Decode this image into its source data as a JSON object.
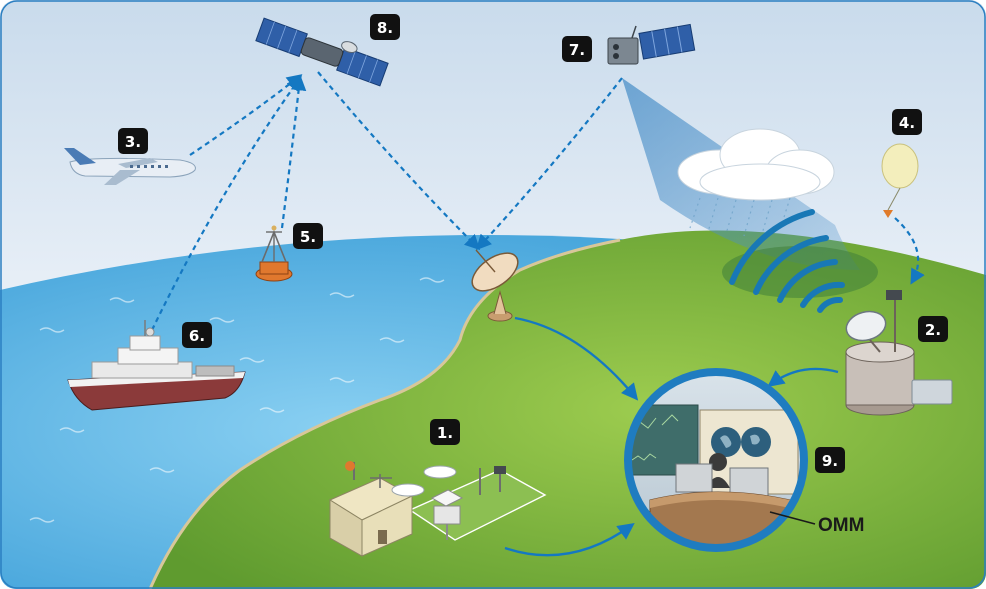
{
  "figure": {
    "frame_color": "#2b7fc1",
    "sky_color": "#e6eef6",
    "ocean_color": "#5db6e6",
    "land_color": "#76b23a",
    "link_color": "#1478c2",
    "badge_color": "#111111"
  },
  "nodes": [
    {
      "id": "station",
      "badge": "1.",
      "icon": "surface-weather-station-icon"
    },
    {
      "id": "radar",
      "badge": "2.",
      "icon": "weather-radar-icon"
    },
    {
      "id": "aircraft",
      "badge": "3.",
      "icon": "aircraft-icon"
    },
    {
      "id": "balloon",
      "badge": "4.",
      "icon": "weather-balloon-icon"
    },
    {
      "id": "buoy",
      "badge": "5.",
      "icon": "ocean-buoy-icon"
    },
    {
      "id": "ship",
      "badge": "6.",
      "icon": "ship-icon"
    },
    {
      "id": "polar_satellite",
      "badge": "7.",
      "icon": "polar-satellite-icon"
    },
    {
      "id": "geo_satellite",
      "badge": "8.",
      "icon": "geostationary-satellite-icon"
    },
    {
      "id": "operations_center",
      "badge": "9.",
      "icon": "forecast-center-icon",
      "label": "OMM"
    }
  ],
  "links": [
    {
      "from": "aircraft",
      "to": "geo_satellite",
      "style": "dashed"
    },
    {
      "from": "buoy",
      "to": "geo_satellite",
      "style": "dashed"
    },
    {
      "from": "ship",
      "to": "geo_satellite",
      "style": "dashed"
    },
    {
      "from": "geo_satellite",
      "to": "ground_antenna",
      "style": "dashed"
    },
    {
      "from": "polar_satellite",
      "to": "ground_antenna",
      "style": "dashed"
    },
    {
      "from": "balloon",
      "to": "radar",
      "style": "dashed"
    },
    {
      "from": "ground_antenna",
      "to": "operations_center",
      "style": "solid"
    },
    {
      "from": "radar",
      "to": "operations_center",
      "style": "solid"
    },
    {
      "from": "station",
      "to": "operations_center",
      "style": "solid"
    }
  ]
}
